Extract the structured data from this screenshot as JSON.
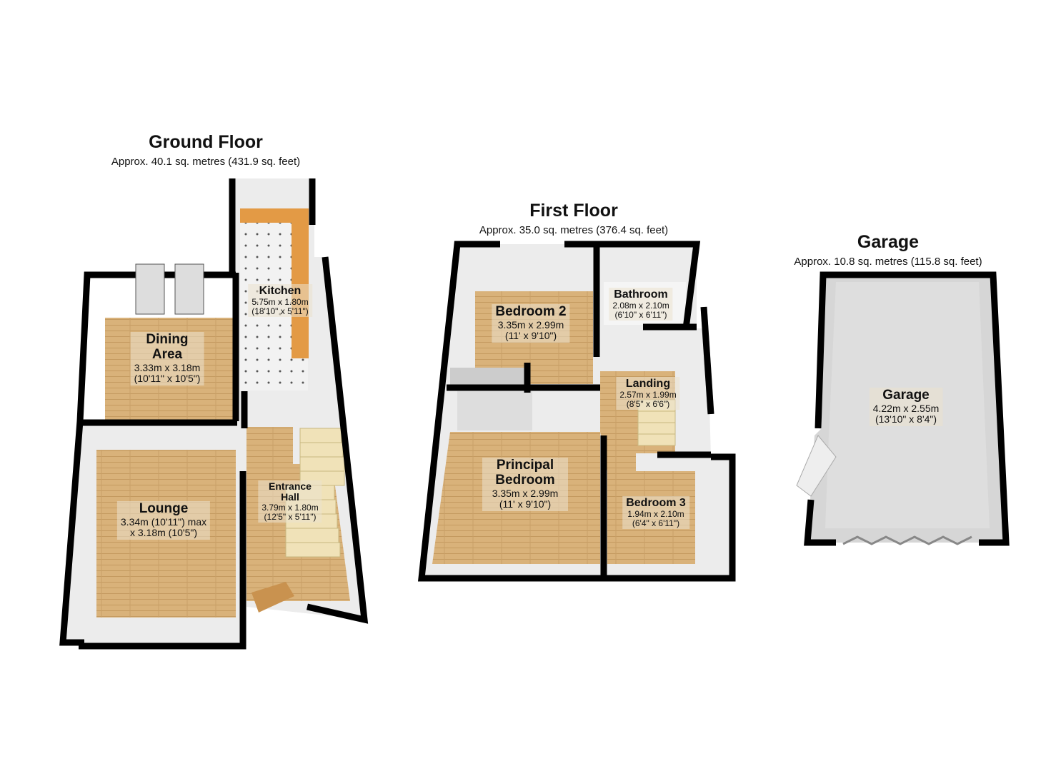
{
  "floors": {
    "ground": {
      "title": "Ground Floor",
      "area": "Approx. 40.1 sq. metres (431.9 sq. feet)",
      "rooms": [
        {
          "name": "Kitchen",
          "dims": "5.75m x 1.80m",
          "imperial": "(18'10\" x 5'11\")"
        },
        {
          "name": "Dining Area",
          "dims": "3.33m x 3.18m",
          "imperial": "(10'11\" x 10'5\")"
        },
        {
          "name": "Lounge",
          "dims": "3.34m (10'11\") max",
          "imperial": "x 3.18m (10'5\")"
        },
        {
          "name": "Entrance Hall",
          "dims": "3.79m x 1.80m",
          "imperial": "(12'5\" x 5'11\")"
        }
      ]
    },
    "first": {
      "title": "First Floor",
      "area": "Approx. 35.0 sq. metres (376.4 sq. feet)",
      "rooms": [
        {
          "name": "Bedroom 2",
          "dims": "3.35m x 2.99m",
          "imperial": "(11' x 9'10\")"
        },
        {
          "name": "Bathroom",
          "dims": "2.08m x 2.10m",
          "imperial": "(6'10\" x 6'11\")"
        },
        {
          "name": "Landing",
          "dims": "2.57m x 1.99m",
          "imperial": "(8'5\" x 6'6\")"
        },
        {
          "name": "Principal Bedroom",
          "dims": "3.35m x 2.99m",
          "imperial": "(11' x 9'10\")"
        },
        {
          "name": "Bedroom 3",
          "dims": "1.94m x 2.10m",
          "imperial": "(6'4\" x 6'11\")"
        }
      ]
    },
    "garage": {
      "title": "Garage",
      "area": "Approx. 10.8 sq. metres (115.8 sq. feet)",
      "rooms": [
        {
          "name": "Garage",
          "dims": "4.22m x 2.55m",
          "imperial": "(13'10\" x 8'4\")"
        }
      ]
    }
  },
  "colors": {
    "wood": "#d9b27a",
    "wall": "#000000",
    "tile": "#f2f2f2",
    "garage_floor": "#d6d6d6",
    "worktop": "#e39a45"
  }
}
